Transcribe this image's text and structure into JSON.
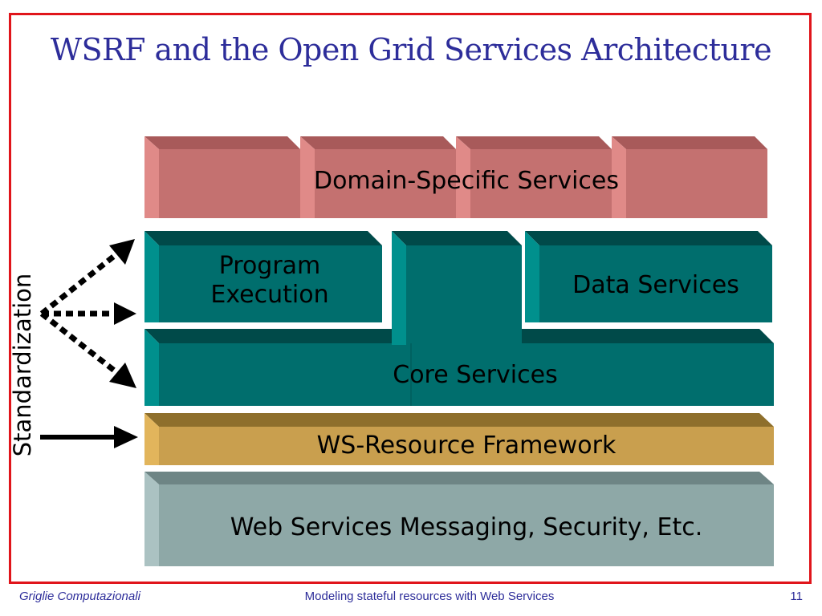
{
  "title": "WSRF and the Open Grid Services Architecture",
  "layers": {
    "domain": "Domain-Specific Services",
    "program": "Program Execution",
    "data": "Data Services",
    "core": "Core Services",
    "wsrf": "WS-Resource Framework",
    "messaging": "Web Services Messaging, Security, Etc."
  },
  "side_label": "Standardization",
  "colors": {
    "frame": "#e0151b",
    "title": "#2d2d9a",
    "domain_face": "#c47170",
    "core_face": "#006e6d",
    "wsrf_face": "#c99f4e",
    "messaging_face": "#8ea8a7"
  },
  "footer": {
    "left": "Griglie Computazionali",
    "center": "Modeling stateful resources with Web Services",
    "page": "11"
  }
}
